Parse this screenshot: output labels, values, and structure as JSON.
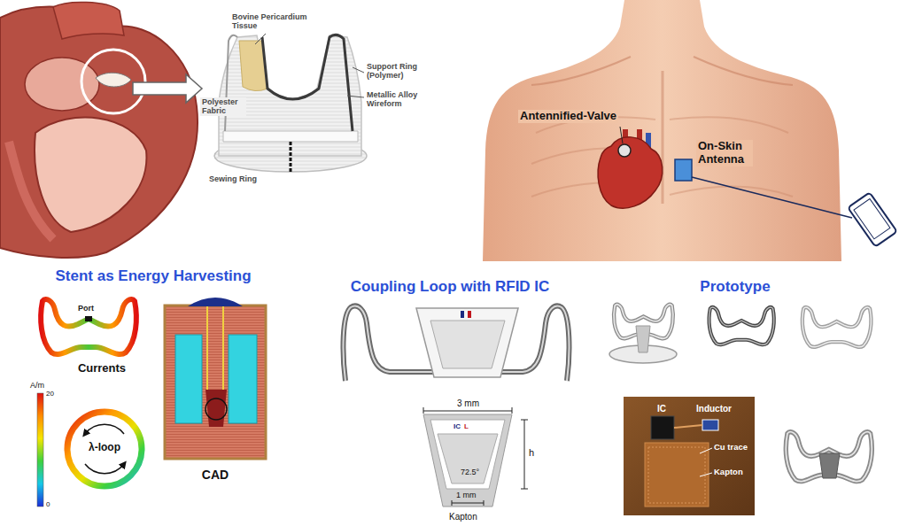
{
  "diagram": {
    "labels": [
      "Bovine Pericardium Tissue",
      "Polyester Fabric",
      "Support Ring (Polymer)",
      "Metallic Alloy Wireform",
      "Sewing Ring",
      "Antennified-Valve",
      "On-Skin Antenna",
      "Stent as Energy Harvesting",
      "Coupling Loop with RFID IC",
      "Prototype",
      "Port",
      "Currents",
      "A/m",
      "20",
      "0",
      "λ-loop",
      "CAD",
      "IC",
      "L",
      "3 mm",
      "h",
      "72.5°",
      "1 mm",
      "Kapton",
      "IC",
      "Inductor",
      "Cu trace",
      "Kapton"
    ]
  }
}
